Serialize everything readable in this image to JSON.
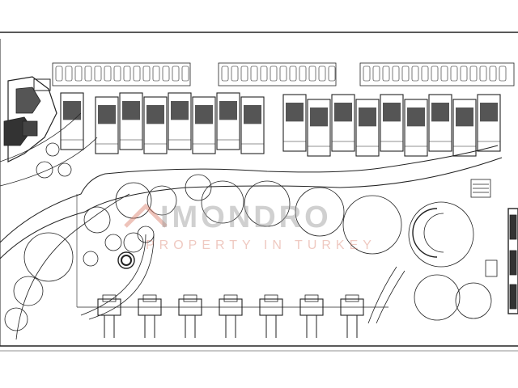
{
  "watermark": {
    "brand": "IMONDRO",
    "tagline": "PROPERTY IN TURKEY",
    "brand_color": "#d97a66"
  },
  "plan": {
    "line_color": "#222222",
    "north_units_row1_count": 9,
    "north_units_row2_count": 8
  }
}
